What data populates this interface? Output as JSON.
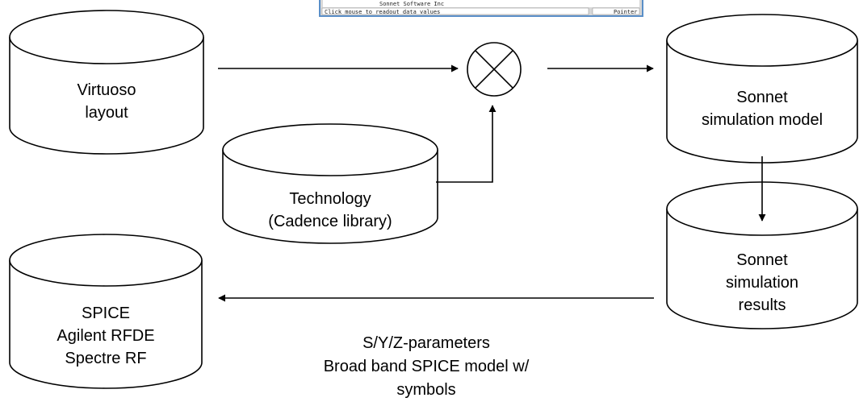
{
  "screenshot_strip": {
    "status_text": "Click mouse to readout data values",
    "mode_label": "Pointer",
    "small_text": "Sonnet Software Inc"
  },
  "nodes": {
    "virtuoso": {
      "line1": "Virtuoso",
      "line2": "layout"
    },
    "technology": {
      "line1": "Technology",
      "line2": "(Cadence library)"
    },
    "sonnet_model": {
      "line1": "Sonnet",
      "line2": "simulation model"
    },
    "sonnet_results": {
      "line1": "Sonnet",
      "line2": "simulation",
      "line3": "results"
    },
    "spice": {
      "line1": "SPICE",
      "line2": "Agilent RFDE",
      "line3": "Spectre RF"
    }
  },
  "edge_label": {
    "line1": "S/Y/Z-parameters",
    "line2": "Broad band SPICE model w/",
    "line3": "symbols"
  },
  "colors": {
    "stroke": "#000000",
    "fill": "#ffffff",
    "strip_border": "#5a8fc8",
    "strip_bg": "#d8d8d8"
  }
}
